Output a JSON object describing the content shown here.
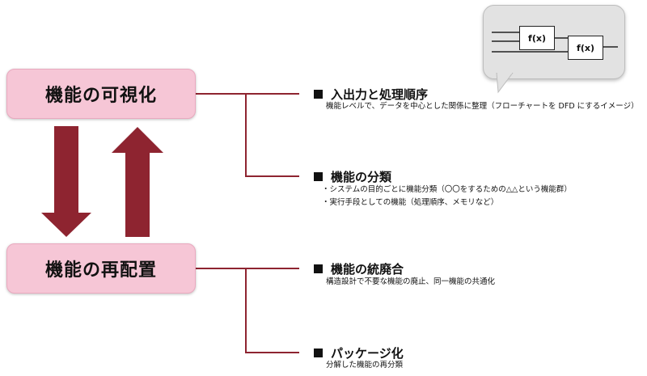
{
  "boxes": {
    "visualize": "機能の可視化",
    "relocate": "機能の再配置"
  },
  "sections": [
    {
      "title": "入出力と処理順序",
      "lines": [
        "機能レベルで、データを中心とした関係に整理（フローチャートを DFD にするイメージ）"
      ]
    },
    {
      "title": "機能の分類",
      "lines": [
        "・システムの目的ごとに機能分類（〇〇をするための△△という機能群）",
        "・実行手段としての機能（処理順序、メモリなど）"
      ]
    },
    {
      "title": "機能の統廃合",
      "lines": [
        "構造設計で不要な機能の廃止、同一機能の共通化"
      ]
    },
    {
      "title": "パッケージ化",
      "lines": [
        "分解した機能の再分類"
      ]
    }
  ],
  "bubble": {
    "fx1": "f(x)",
    "fx2": "f(x)"
  },
  "colors": {
    "accent": "#8e2430",
    "box_fill": "#f6c6d6",
    "bubble_fill": "#e2e2e2"
  }
}
